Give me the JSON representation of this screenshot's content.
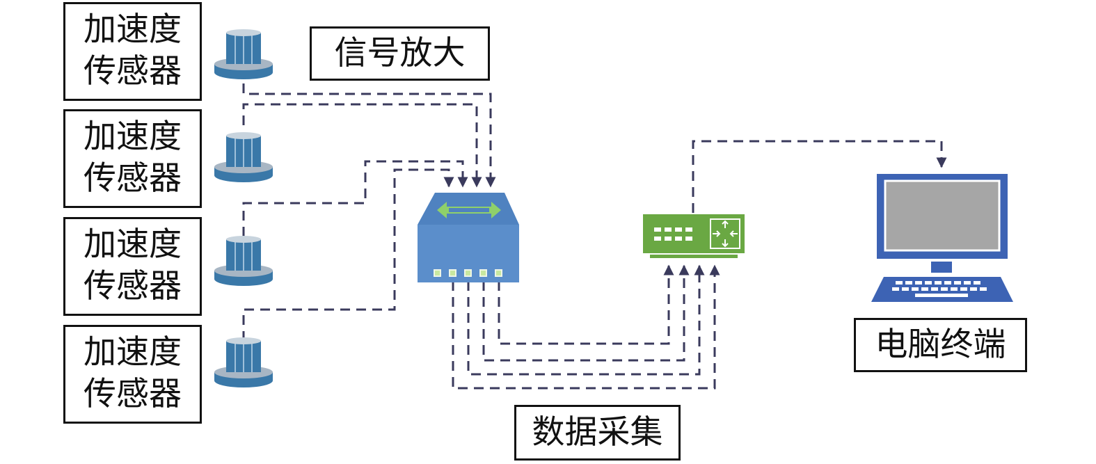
{
  "sensors": [
    {
      "line1": "加速度",
      "line2": "传感器"
    },
    {
      "line1": "加速度",
      "line2": "传感器"
    },
    {
      "line1": "加速度",
      "line2": "传感器"
    },
    {
      "line1": "加速度",
      "line2": "传感器"
    }
  ],
  "labels": {
    "amplifier": "信号放大",
    "acquisition": "数据采集",
    "terminal": "电脑终端"
  },
  "colors": {
    "wire": "#3a3a5c",
    "device_blue": "#5b8ecb",
    "sensor_blue": "#3a78a8",
    "router_green": "#6aa843",
    "arrow_green": "#8fd06a",
    "computer_blue": "#3d63b4",
    "screen_gray": "#a6a6a6"
  },
  "icons": [
    "sensor-icon",
    "switch-icon",
    "router-icon",
    "computer-icon"
  ]
}
